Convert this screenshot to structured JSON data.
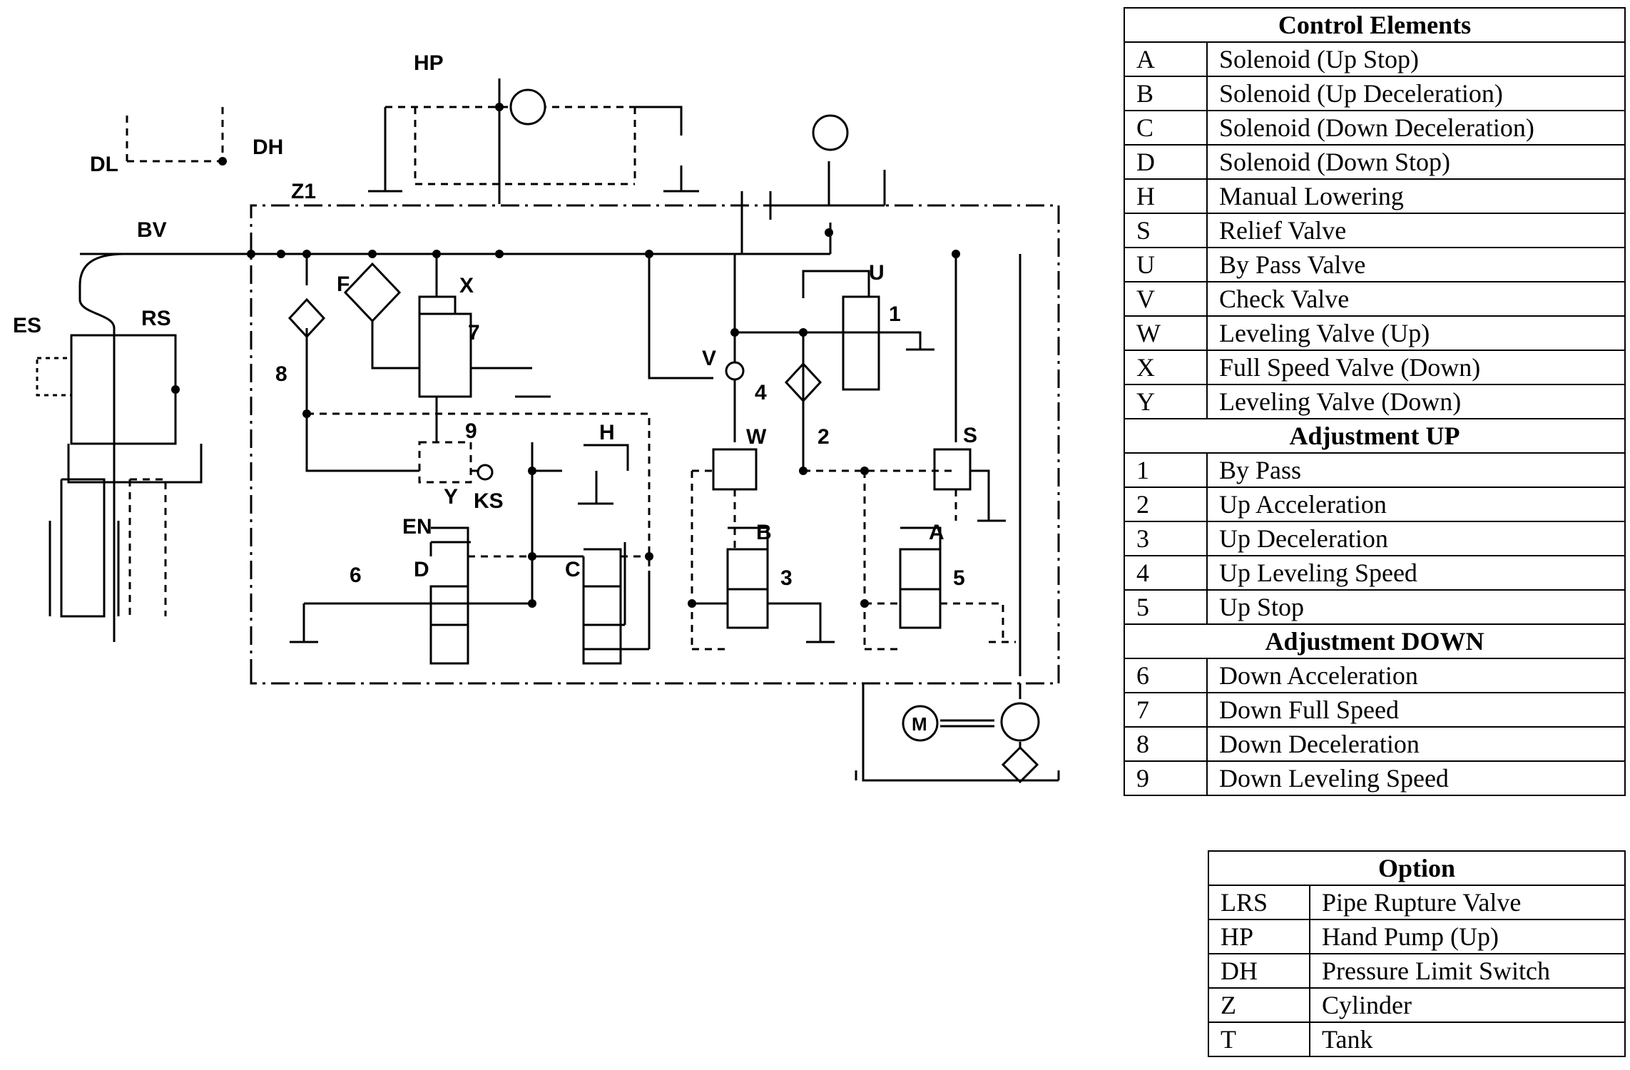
{
  "diagram": {
    "labels": {
      "hp": "HP",
      "dl": "DL",
      "dh": "DH",
      "z1": "Z1",
      "bv": "BV",
      "es": "ES",
      "rs": "RS",
      "f": "F",
      "x": "X",
      "n7": "7",
      "n8": "8",
      "n9": "9",
      "y": "Y",
      "ks": "KS",
      "h": "H",
      "en": "EN",
      "d": "D",
      "c": "C",
      "n6": "6",
      "u": "U",
      "n1": "1",
      "v": "V",
      "n4": "4",
      "w": "W",
      "n2": "2",
      "s": "S",
      "b": "B",
      "n3": "3",
      "a": "A",
      "n5": "5",
      "m": "M"
    }
  },
  "control_table": {
    "title": "Control Elements",
    "control_rows": [
      {
        "code": "A",
        "desc": "Solenoid (Up Stop)"
      },
      {
        "code": "B",
        "desc": "Solenoid (Up Deceleration)"
      },
      {
        "code": "C",
        "desc": "Solenoid (Down Deceleration)"
      },
      {
        "code": "D",
        "desc": "Solenoid (Down Stop)"
      },
      {
        "code": "H",
        "desc": "Manual Lowering"
      },
      {
        "code": "S",
        "desc": "Relief Valve"
      },
      {
        "code": "U",
        "desc": "By Pass Valve"
      },
      {
        "code": "V",
        "desc": "Check Valve"
      },
      {
        "code": "W",
        "desc": "Leveling Valve (Up)"
      },
      {
        "code": "X",
        "desc": "Full Speed Valve (Down)"
      },
      {
        "code": "Y",
        "desc": "Leveling Valve (Down)"
      }
    ],
    "up_title": "Adjustment UP",
    "up_rows": [
      {
        "code": "1",
        "desc": "By Pass"
      },
      {
        "code": "2",
        "desc": "Up Acceleration"
      },
      {
        "code": "3",
        "desc": "Up Deceleration"
      },
      {
        "code": "4",
        "desc": "Up Leveling Speed"
      },
      {
        "code": "5",
        "desc": "Up Stop"
      }
    ],
    "down_title": "Adjustment DOWN",
    "down_rows": [
      {
        "code": "6",
        "desc": "Down Acceleration"
      },
      {
        "code": "7",
        "desc": "Down Full Speed"
      },
      {
        "code": "8",
        "desc": "Down Deceleration"
      },
      {
        "code": "9",
        "desc": "Down Leveling Speed"
      }
    ]
  },
  "option_table": {
    "title": "Option",
    "rows": [
      {
        "code": "LRS",
        "desc": "Pipe Rupture Valve"
      },
      {
        "code": "HP",
        "desc": "Hand Pump (Up)"
      },
      {
        "code": "DH",
        "desc": "Pressure Limit Switch"
      },
      {
        "code": "Z",
        "desc": "Cylinder"
      },
      {
        "code": "T",
        "desc": "Tank"
      }
    ]
  }
}
